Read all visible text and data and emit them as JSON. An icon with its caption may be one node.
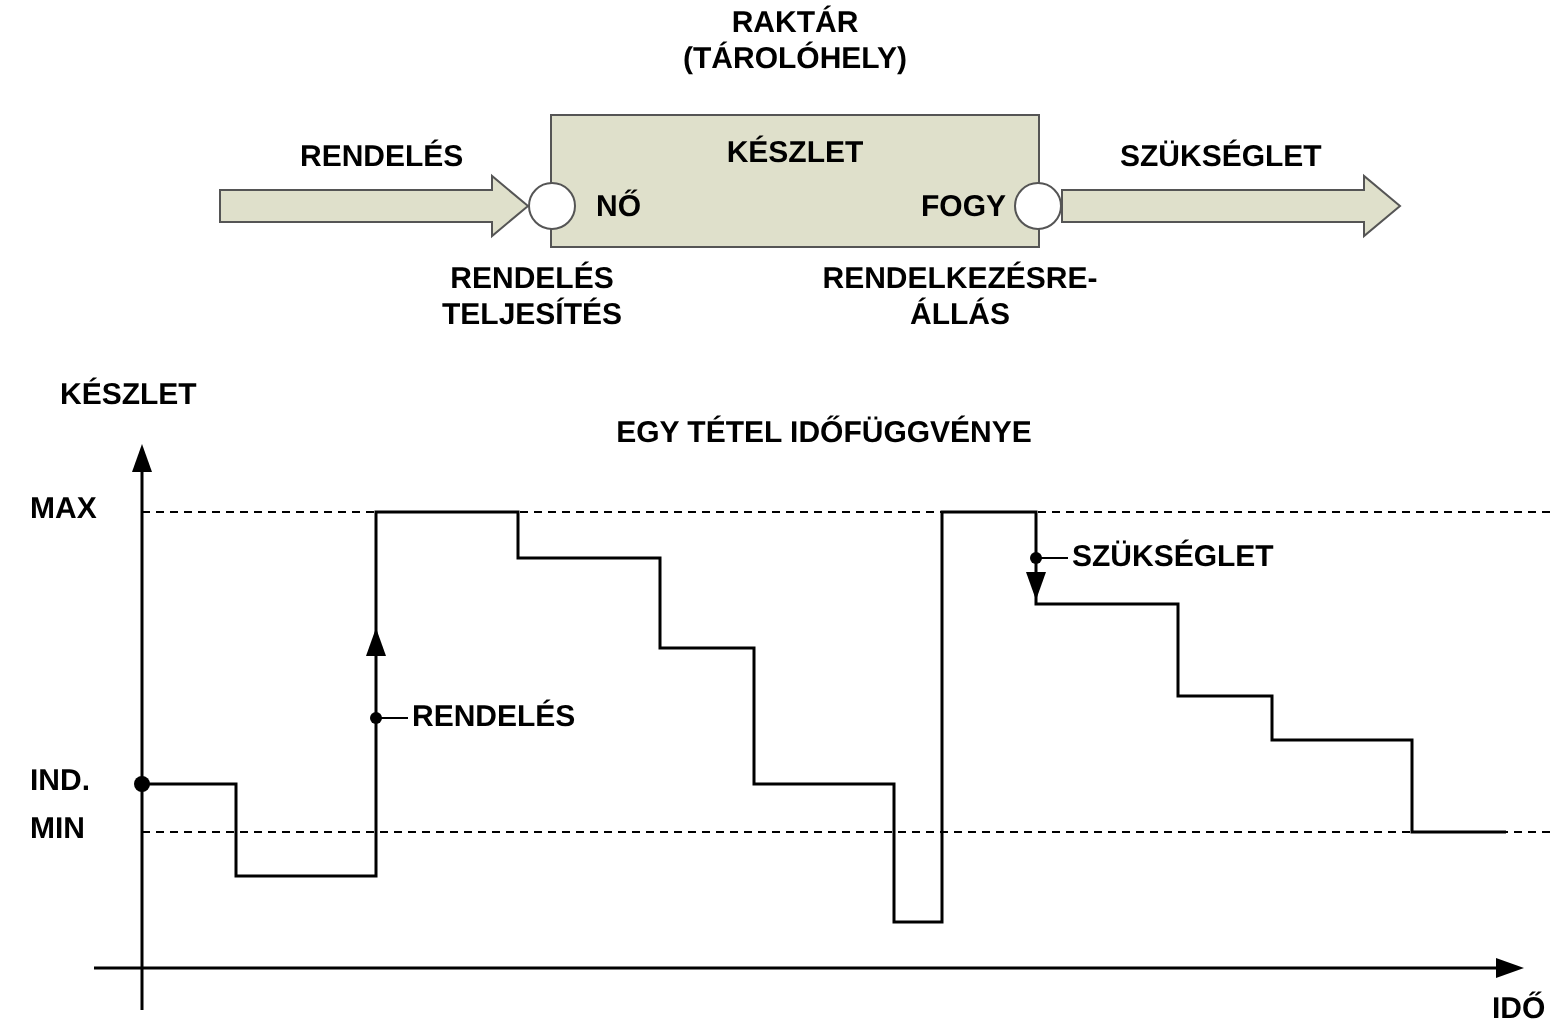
{
  "diagram": {
    "nodes": [
      {
        "text": [
          "RAKTÁR (TÁROLÓHELY)",
          "KÉSZLET",
          "NŐ",
          "FOGY"
        ]
      },
      {
        "text": [],
        "shape": "circle",
        "beside": [
          "RENDELÉS TELJESÍTÉS"
        ]
      },
      {
        "text": [],
        "shape": "circle",
        "beside": [
          "RENDELKEZÉSRE- ÁLLÁS"
        ]
      },
      {
        "text": [
          "RENDELÉS"
        ]
      },
      {
        "text": [
          "SZÜKSÉGLET"
        ]
      }
    ],
    "edges": [
      {
        "from": null,
        "to": 1,
        "arrow": "to",
        "label": "RENDELÉS"
      },
      {
        "from": 2,
        "to": null,
        "arrow": "to",
        "label": "SZÜKSÉGLET"
      },
      {
        "from": 3,
        "to": null,
        "arrow": "other"
      },
      {
        "from": 4,
        "to": null,
        "arrow": "other"
      }
    ],
    "labels": [
      "KÉSZLET",
      "EGY TÉTEL IDŐFÜGGVÉNYE",
      "MAX",
      "IND.",
      "MIN",
      "IDŐ"
    ]
  }
}
